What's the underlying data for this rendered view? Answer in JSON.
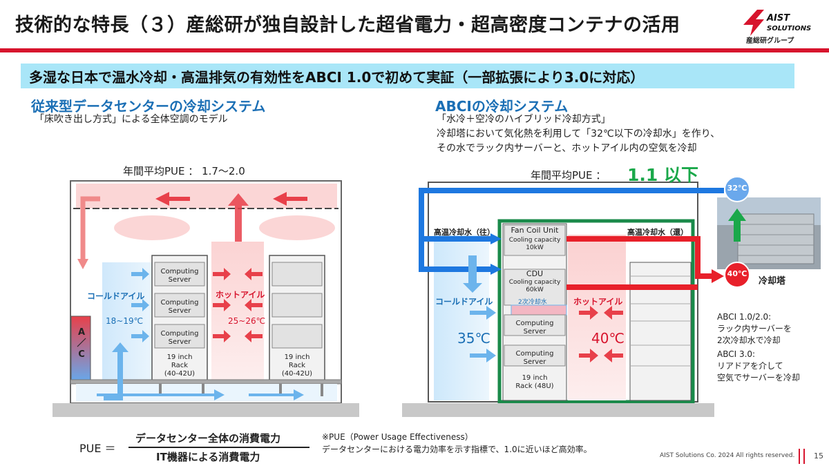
{
  "header": {
    "title": "技術的な特長（３）産総研が独自設計した超省電力・超高密度コンテナの活用",
    "logo_text": "AIST SOLUTIONS",
    "logo_sub": "産総研グループ"
  },
  "banner": {
    "text": "多湿な日本で温水冷却・高温排気の有効性をABCI 1.0で初めて実証（一部拡張により3.0に対応）"
  },
  "left": {
    "heading": "従来型データセンターの冷却システム",
    "desc": "「床吹き出し方式」による全体空調のモデル",
    "pue_label": "年間平均PUE ： 1.7〜2.0",
    "cold_aisle": "コールドアイル",
    "cold_temp": "18~19℃",
    "hot_aisle": "ホットアイル",
    "hot_temp": "25~26℃",
    "ac_label": "A\n／\nC",
    "servers": [
      "Computing Server",
      "Computing Server",
      "Computing Server"
    ],
    "rack1": "19 inch\nRack\n(40-42U)",
    "rack2": "19 inch\nRack\n(40-42U)"
  },
  "right": {
    "heading": "ABCIの冷却システム",
    "desc1": "「水冷＋空冷のハイブリッド冷却方式」",
    "desc2": "冷却塔において気化熱を利用して「32℃以下の冷却水」を作り、",
    "desc3": "その水でラック内サーバーと、ホットアイル内の空気を冷却",
    "pue_label": "年間平均PUE ：",
    "pue_value": "1.1 以下",
    "water_out": "高温冷却水（往）",
    "water_back": "高温冷却水（還）",
    "fcu_title": "Fan Coil Unit",
    "fcu_cap": "Cooling capacity\n10kW",
    "cdu_title": "CDU",
    "cdu_cap": "Cooling capacity\n60kW",
    "secondary": "2次冷却水",
    "cold_aisle": "コールドアイル",
    "cold_temp": "35℃",
    "hot_aisle": "ホットアイル",
    "hot_temp": "40℃",
    "servers": [
      "Computing Server",
      "Computing Server"
    ],
    "rack": "19 inch\nRack (48U)",
    "temp_in": "32℃",
    "temp_out": "40℃",
    "tower": "冷却塔",
    "note_abci12_title": "ABCI 1.0/2.0:",
    "note_abci12_l1": "ラック内サーバーを",
    "note_abci12_l2": "2次冷却水で冷却",
    "note_abci3_title": "ABCI 3.0:",
    "note_abci3_l1": "リアドアを介して",
    "note_abci3_l2": "空気でサーバーを冷却"
  },
  "formula": {
    "lhs": "PUE ＝",
    "numerator": "データセンター全体の消費電力",
    "denominator": "IT機器による消費電力",
    "note1": "※PUE（Power Usage Effectiveness）",
    "note2": "データセンターにおける電力効率を示す指標で、1.0に近いほど高効率。"
  },
  "footer": {
    "copyright": "AIST Solutions Co. 2024 All rights reserved.",
    "page": "15"
  },
  "colors": {
    "accent_red": "#d7142d",
    "banner": "#a9e6f8",
    "heading_blue": "#1b6fb5",
    "green_frame": "#1a8a4a"
  }
}
